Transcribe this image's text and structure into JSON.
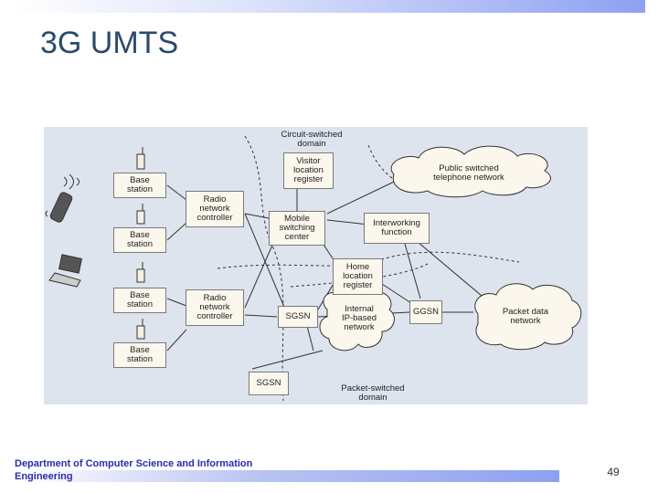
{
  "slide": {
    "title": "3G UMTS",
    "footer": "Department of Computer Science and Information Engineering",
    "page_number": "49"
  },
  "diagram": {
    "nodes": {
      "bs1": "Base\nstation",
      "bs2": "Base\nstation",
      "bs3": "Base\nstation",
      "bs4": "Base\nstation",
      "rnc1": "Radio\nnetwork\ncontroller",
      "rnc2": "Radio\nnetwork\ncontroller",
      "vlr": "Visitor\nlocation\nregister",
      "msc": "Mobile\nswitching\ncenter",
      "iwf": "Interworking\nfunction",
      "hlr": "Home\nlocation\nregister",
      "sgsn1": "SGSN",
      "sgsn2": "SGSN",
      "ggsn": "GGSN"
    },
    "clouds": {
      "pstn": "Public switched\ntelephone network",
      "pdn": "Packet data\nnetwork",
      "ip": "Internal\nIP-based\nnetwork"
    },
    "domains": {
      "circuit": "Circuit-switched\ndomain",
      "packet": "Packet-switched\ndomain"
    }
  }
}
